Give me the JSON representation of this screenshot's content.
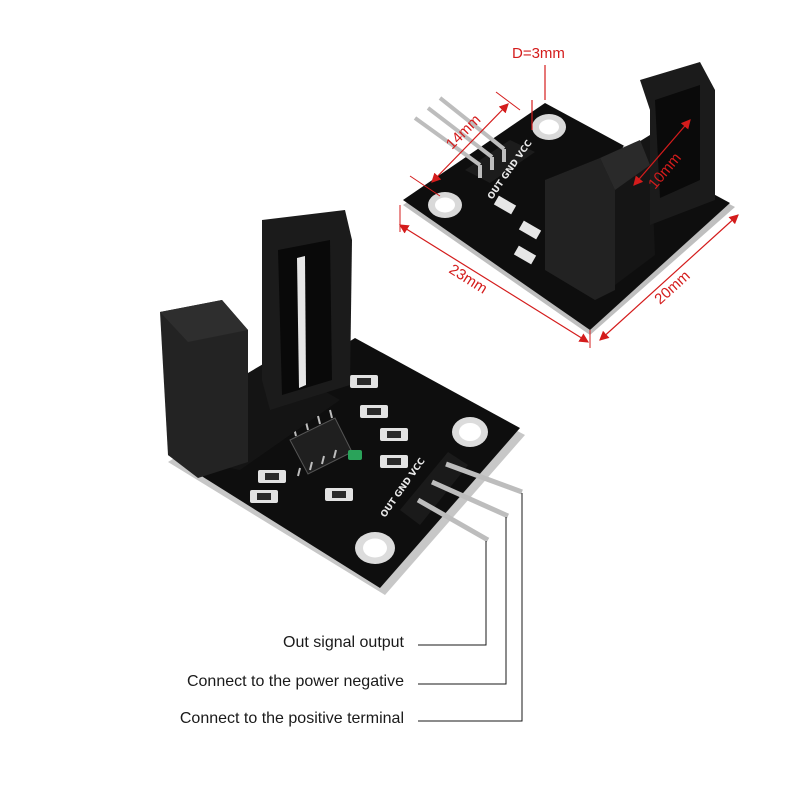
{
  "colors": {
    "board": "#0e0e0e",
    "board_edge": "#cfcfcf",
    "pin": "#bdbdbd",
    "dimension": "#d41c1c",
    "text": "#1a1a1a"
  },
  "dimensions": {
    "gap": "D=3mm",
    "pin_span": "14mm",
    "slot_depth": "10mm",
    "length": "23mm",
    "width": "20mm"
  },
  "silkscreen": {
    "pins": "OUT GND VCC"
  },
  "pin_labels": {
    "out": "Out signal output",
    "gnd": "Connect to the power negative",
    "vcc": "Connect to the positive terminal"
  }
}
